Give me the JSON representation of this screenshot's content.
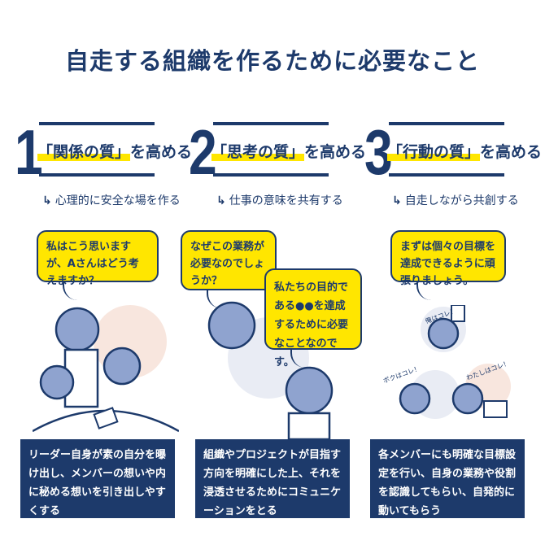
{
  "title": "自走する組織を作るために必要なこと",
  "colors": {
    "navy": "#1d3a6b",
    "yellow": "#ffe600",
    "character": "#8fa3cf"
  },
  "sections": [
    {
      "number": "1",
      "highlight": "「関係の質」",
      "heading_rest": "を高める",
      "arrow": "↳",
      "subheading": "心理的に安全な場を作る",
      "bubbles": [
        "私はこう思いますが、Aさんはどう考えますか？"
      ],
      "description": "リーダー自身が素の自分を曝け出し、メンバーの想いや内に秘める想いを引き出しやすくする"
    },
    {
      "number": "2",
      "highlight": "「思考の質」",
      "heading_rest": "を高める",
      "arrow": "↳",
      "subheading": "仕事の意味を共有する",
      "bubbles": [
        "なぜこの業務が必要なのでしょうか？",
        "私たちの目的である●●を達成するために必要なことなのです。"
      ],
      "description": "組織やプロジェクトが目指す方向を明確にした上、それを浸透させるためにコミュニケーションをとる"
    },
    {
      "number": "3",
      "highlight": "「行動の質」",
      "heading_rest": "を高める",
      "arrow": "↳",
      "subheading": "自走しながら共創する",
      "bubbles": [
        "まずは個々の目標を達成できるように頑張りましょう。"
      ],
      "tags": [
        "俺はコレ！",
        "ボクはコレ！",
        "わたしはコレ！"
      ],
      "description": "各メンバーにも明確な目標設定を行い、自身の業務や役割を認識してもらい、自発的に動いてもらう"
    }
  ]
}
